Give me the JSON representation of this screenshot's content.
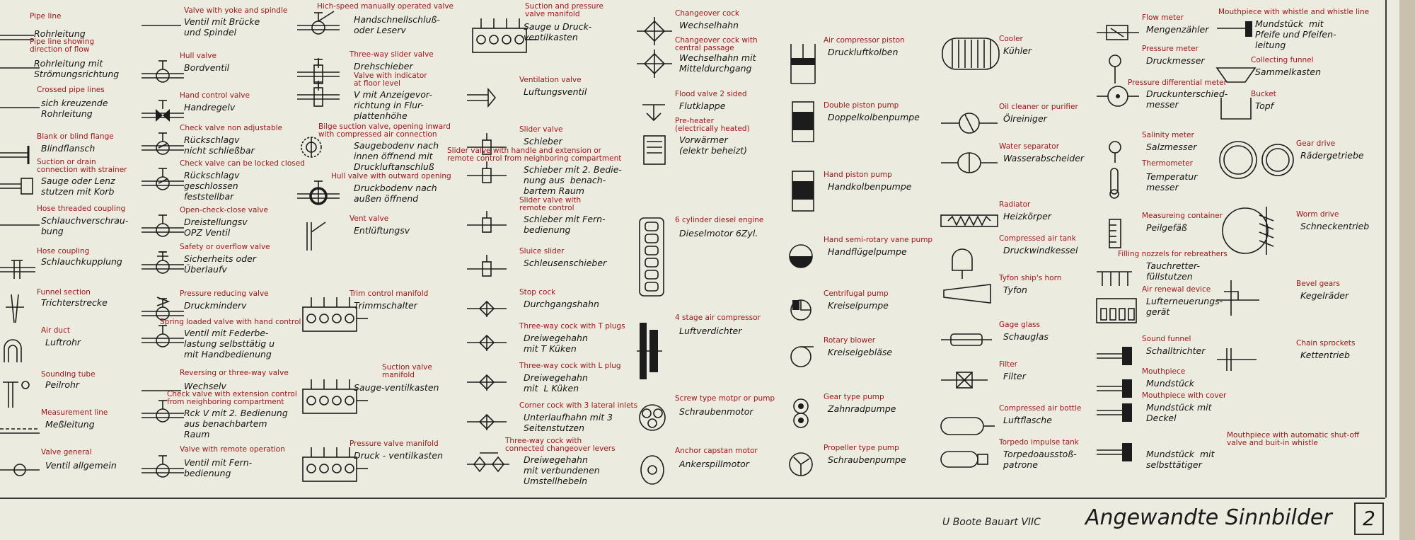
{
  "sheet": {
    "maker": "U Boote Bauart  VIIC",
    "title": "Angewandte Sinnbilder",
    "number": "2"
  },
  "entries": [
    {
      "id": "pipe-line",
      "icon": "pipe-line-icon",
      "en": "Pipe line",
      "de": "Rohrleitung"
    },
    {
      "id": "flow-pipe",
      "icon": "flow-direction-pipe-icon",
      "en": "Pipe line showing\ndirection of flow",
      "de": "Rohrleitung mit\nStrömungsrichtung"
    },
    {
      "id": "crossed-pipe",
      "icon": "crossed-pipes-icon",
      "en": "Crossed pipe lines",
      "de": "sich kreuzende\nRohrleitung"
    },
    {
      "id": "blind-flange",
      "icon": "blind-flange-icon",
      "en": "Blank or blind flange",
      "de": "Blindflansch"
    },
    {
      "id": "suction-strainer",
      "icon": "suction-strainer-icon",
      "en": "Suction or drain\nconnection with strainer",
      "de": "Sauge oder Lenz\nstutzen mit Korb"
    },
    {
      "id": "hose-threaded",
      "icon": "hose-threaded-coupling-icon",
      "en": "Hose threaded coupling",
      "de": "Schlauchverschrau-\nbung"
    },
    {
      "id": "hose-coupling",
      "icon": "hose-coupling-icon",
      "en": "Hose coupling",
      "de": "Schlauchkupplung"
    },
    {
      "id": "funnel-section",
      "icon": "funnel-section-icon",
      "en": "Funnel section",
      "de": "Trichterstrecke"
    },
    {
      "id": "air-duct",
      "icon": "air-duct-icon",
      "en": "Air duct",
      "de": "Luftrohr"
    },
    {
      "id": "sounding-tube",
      "icon": "sounding-tube-icon",
      "en": "Sounding tube",
      "de": "Peilrohr"
    },
    {
      "id": "measurement-line",
      "icon": "measurement-line-icon",
      "en": "Measurement line",
      "de": "Meßleitung"
    },
    {
      "id": "valve-general",
      "icon": "valve-general-icon",
      "en": "Valve general",
      "de": "Ventil allgemein"
    },
    {
      "id": "valve-yoke",
      "icon": "valve-yoke-spindle-icon",
      "en": "Valve with yoke and spindle",
      "de": "Ventil mit Brücke\nund Spindel"
    },
    {
      "id": "hull-valve",
      "icon": "hull-valve-icon",
      "en": "Hull valve",
      "de": "Bordventil"
    },
    {
      "id": "hand-control-valve",
      "icon": "hand-control-valve-icon",
      "en": "Hand control valve",
      "de": "Handregelv"
    },
    {
      "id": "check-valve-nonadj",
      "icon": "check-valve-icon",
      "en": "Check valve non adjustable",
      "de": "Rückschlagv\nnicht schließbar"
    },
    {
      "id": "check-valve-lock",
      "icon": "check-valve-lockable-icon",
      "en": "Check valve can be locked closed",
      "de": "Rückschlagv\ngeschlossen\nfeststellbar"
    },
    {
      "id": "open-check-close",
      "icon": "three-position-valve-icon",
      "en": "Open-check-close valve",
      "de": "Dreistellungsv\nOPZ Ventil"
    },
    {
      "id": "safety-valve",
      "icon": "safety-valve-icon",
      "en": "Safety or overflow valve",
      "de": "Sicherheits oder\nÜberlaufv"
    },
    {
      "id": "pressure-reducing",
      "icon": "pressure-reducing-valve-icon",
      "en": "Pressure reducing valve",
      "de": "Druckminderv"
    },
    {
      "id": "spring-loaded",
      "icon": "spring-loaded-valve-icon",
      "en": "Spring loaded valve with hand control",
      "de": "Ventil mit Federbe-\nlastung selbsttätig u\nmit Handbedienung"
    },
    {
      "id": "reversing-valve",
      "icon": "reversing-valve-icon",
      "en": "Reversing or three-way valve",
      "de": "Wechselv"
    },
    {
      "id": "check-ext",
      "icon": "check-valve-extension-icon",
      "en": "Check valve with extension control\nfrom neighboring compartment",
      "de": "Rck V mit 2. Bedienung\naus benachbartem\nRaum"
    },
    {
      "id": "valve-remote",
      "icon": "remote-valve-icon",
      "en": "Valve with remote operation",
      "de": "Ventil mit Fern-\nbedienung"
    },
    {
      "id": "high-speed-valve",
      "icon": "quick-closing-valve-icon",
      "en": "Hich-speed manually operated valve",
      "de": "Handschnellschluß-\noder Leserv"
    },
    {
      "id": "three-way-slider",
      "icon": "three-way-slider-valve-icon",
      "en": "Three-way slider valve",
      "de": "Drehschieber"
    },
    {
      "id": "valve-indicator",
      "icon": "floor-indicator-valve-icon",
      "en": "Valve with indicator\nat floor level",
      "de": "V mit Anzeigevor-\nrichtung in Flur-\nplattenhöhe"
    },
    {
      "id": "bilge-suction",
      "icon": "bilge-suction-valve-icon",
      "en": "Bilge suction valve, opening inward\nwith compressed air connection",
      "de": "Saugebodenv nach\ninnen öffnend mit\nDruckluftanschluß"
    },
    {
      "id": "hull-outward",
      "icon": "hull-valve-outward-icon",
      "en": "Hull valve with outward opening",
      "de": "Druckbodenv nach\naußen öffnend"
    },
    {
      "id": "vent-valve",
      "icon": "vent-valve-icon",
      "en": "Vent valve",
      "de": "Entlüftungsv"
    },
    {
      "id": "trim-manifold",
      "icon": "trim-manifold-icon",
      "en": "Trim control manifold",
      "de": "Trimmschalter"
    },
    {
      "id": "suction-manifold",
      "icon": "suction-manifold-icon",
      "en": "Suction valve\nmanifold",
      "de": "Sauge-ventilkasten"
    },
    {
      "id": "pressure-manifold",
      "icon": "pressure-manifold-icon",
      "en": "Pressure valve manifold",
      "de": "Druck - ventilkasten"
    },
    {
      "id": "suction-pressure-manifold",
      "icon": "suction-pressure-manifold-icon",
      "en": "Suction and pressure\nvalve manifold",
      "de": "Sauge u Druck-\nventilkasten"
    },
    {
      "id": "ventilation-valve",
      "icon": "ventilation-valve-icon",
      "en": "Ventilation valve",
      "de": "Luftungsventil"
    },
    {
      "id": "slider-valve",
      "icon": "slider-valve-icon",
      "en": "Slider valve",
      "de": "Schieber"
    },
    {
      "id": "slider-handle",
      "icon": "slider-valve-handle-icon",
      "en": "Slider valve with handle and extension or\nremote control from neighboring compartment",
      "de": "Schieber mit 2. Bedie-\nnung aus  benach-\nbartem Raum"
    },
    {
      "id": "slider-remote",
      "icon": "slider-valve-remote-icon",
      "en": "Slider valve with\nremote control",
      "de": "Schieber mit Fern-\nbedienung"
    },
    {
      "id": "sluice-slider",
      "icon": "sluice-slider-icon",
      "en": "Sluice slider",
      "de": "Schleusenschieber"
    },
    {
      "id": "stop-cock",
      "icon": "stop-cock-icon",
      "en": "Stop cock",
      "de": "Durchgangshahn"
    },
    {
      "id": "three-way-t",
      "icon": "three-way-cock-t-icon",
      "en": "Three-way cock with T plugs",
      "de": "Dreiwegehahn\nmit T Küken"
    },
    {
      "id": "three-way-l",
      "icon": "three-way-cock-l-icon",
      "en": "Three-way cock with L plug",
      "de": "Dreiwegehahn\nmit  L Küken"
    },
    {
      "id": "corner-cock",
      "icon": "corner-cock-icon",
      "en": "Corner cock with 3 lateral inlets",
      "de": "Unterlaufhahn mit 3\nSeitenstutzen"
    },
    {
      "id": "three-way-levers",
      "icon": "linked-three-way-cocks-icon",
      "en": "Three-way cock with\nconnected changeover levers",
      "de": "Dreiwegehahn\nmit verbundenen\nUmstellhebeln"
    },
    {
      "id": "changeover-cock",
      "icon": "changeover-cock-icon",
      "en": "Changeover cock",
      "de": "Wechselhahn"
    },
    {
      "id": "changeover-central",
      "icon": "changeover-cock-central-icon",
      "en": "Changeover cock with\ncentral passage",
      "de": "Wechselhahn mit\nMitteldurchgang"
    },
    {
      "id": "flood-valve",
      "icon": "flood-valve-icon",
      "en": "Flood valve 2 sided",
      "de": "Flutklappe"
    },
    {
      "id": "pre-heater",
      "icon": "pre-heater-icon",
      "en": "Pre-heater\n(electrically heated)",
      "de": "Vorwärmer\n(elektr beheizt)"
    },
    {
      "id": "diesel-engine",
      "icon": "diesel-engine-icon",
      "en": "6 cylinder diesel engine",
      "de": "Dieselmotor 6Zyl."
    },
    {
      "id": "air-compressor-4",
      "icon": "air-compressor-4stage-icon",
      "en": "4 stage air compressor",
      "de": "Luftverdichter"
    },
    {
      "id": "screw-motor",
      "icon": "screw-motor-icon",
      "en": "Screw type motpr or pump",
      "de": "Schraubenmotor"
    },
    {
      "id": "anchor-capstan",
      "icon": "anchor-capstan-icon",
      "en": "Anchor capstan motor",
      "de": "Ankerspillmotor"
    },
    {
      "id": "air-piston",
      "icon": "air-compressor-piston-icon",
      "en": "Air compressor piston",
      "de": "Druckluftkolben"
    },
    {
      "id": "double-piston",
      "icon": "double-piston-pump-icon",
      "en": "Double piston pump",
      "de": "Doppelkolbenpumpe"
    },
    {
      "id": "hand-piston",
      "icon": "hand-piston-pump-icon",
      "en": "Hand piston pump",
      "de": "Handkolbenpumpe"
    },
    {
      "id": "vane-pump",
      "icon": "vane-pump-icon",
      "en": "Hand semi-rotary vane pump",
      "de": "Handflügelpumpe"
    },
    {
      "id": "centrifugal-pump",
      "icon": "centrifugal-pump-icon",
      "en": "Centrifugal pump",
      "de": "Kreiselpumpe"
    },
    {
      "id": "rotary-blower",
      "icon": "rotary-blower-icon",
      "en": "Rotary blower",
      "de": "Kreiselgebläse"
    },
    {
      "id": "gear-pump",
      "icon": "gear-pump-icon",
      "en": "Gear type pump",
      "de": "Zahnradpumpe"
    },
    {
      "id": "propeller-pump",
      "icon": "propeller-pump-icon",
      "en": "Propeller type pump",
      "de": "Schraubenpumpe"
    },
    {
      "id": "cooler",
      "icon": "cooler-icon",
      "en": "Cooler",
      "de": "Kühler"
    },
    {
      "id": "oil-cleaner",
      "icon": "oil-purifier-icon",
      "en": "Oil cleaner or purifier",
      "de": "Ölreiniger"
    },
    {
      "id": "water-separator",
      "icon": "water-separator-icon",
      "en": "Water separator",
      "de": "Wasserabscheider"
    },
    {
      "id": "radiator",
      "icon": "radiator-icon",
      "en": "Radiator",
      "de": "Heizkörper"
    },
    {
      "id": "air-tank",
      "icon": "compressed-air-tank-icon",
      "en": "Compressed air tank",
      "de": "Druckwindkessel"
    },
    {
      "id": "tyfon",
      "icon": "tyfon-horn-icon",
      "en": "Tyfon ship's horn",
      "de": "Tyfon"
    },
    {
      "id": "gage-glass",
      "icon": "gage-glass-icon",
      "en": "Gage glass",
      "de": "Schauglas"
    },
    {
      "id": "filter",
      "icon": "filter-icon",
      "en": "Filter",
      "de": "Filter"
    },
    {
      "id": "air-bottle",
      "icon": "air-bottle-icon",
      "en": "Compressed air bottle",
      "de": "Luftflasche"
    },
    {
      "id": "torpedo-tank",
      "icon": "torpedo-tank-icon",
      "en": "Torpedo impulse tank",
      "de": "Torpedoausstoß-\npatrone"
    },
    {
      "id": "flow-meter",
      "icon": "flow-meter-icon",
      "en": "Flow meter",
      "de": "Mengenzähler"
    },
    {
      "id": "pressure-meter",
      "icon": "pressure-meter-icon",
      "en": "Pressure meter",
      "de": "Druckmesser"
    },
    {
      "id": "pressure-diff",
      "icon": "pressure-differential-meter-icon",
      "en": "Pressure differential meter",
      "de": "Druckunterschied-\nmesser"
    },
    {
      "id": "salinity-meter",
      "icon": "salinity-meter-icon",
      "en": "Salinity meter",
      "de": "Salzmesser"
    },
    {
      "id": "thermometer",
      "icon": "thermometer-icon",
      "en": "Thermometer",
      "de": "Temperatur\nmesser"
    },
    {
      "id": "measuring-container",
      "icon": "measuring-container-icon",
      "en": "Measureing container",
      "de": "Peilgefäß"
    },
    {
      "id": "rebreather-nozzles",
      "icon": "rebreather-nozzles-icon",
      "en": "Filling nozzels for rebreathers",
      "de": "Tauchretter-\nfüllstutzen"
    },
    {
      "id": "air-renewal",
      "icon": "air-renewal-device-icon",
      "en": "Air renewal device",
      "de": "Lufterneuerungs-\ngerät"
    },
    {
      "id": "sound-funnel",
      "icon": "sound-funnel-icon",
      "en": "Sound funnel",
      "de": "Schalltrichter"
    },
    {
      "id": "mouthpiece",
      "icon": "mouthpiece-icon",
      "en": "Mouthpiece",
      "de": "Mundstück"
    },
    {
      "id": "mouthpiece-cover",
      "icon": "mouthpiece-cover-icon",
      "en": "Mouthpiece with cover",
      "de": "Mundstück mit\nDeckel"
    },
    {
      "id": "mouthpiece-auto",
      "icon": "mouthpiece-auto-shutoff-icon",
      "en": "Mouthpiece with automatic shut-off\nvalve and buit-in whistle",
      "de": "Mundstück  mit\nselbsttätiger"
    },
    {
      "id": "mouthpiece-whistle",
      "icon": "mouthpiece-whistle-icon",
      "en": "Mouthpiece with whistle and whistle line",
      "de": "Mundstück  mit\nPfeife und Pfeifen-\nleitung"
    },
    {
      "id": "collecting-funnel",
      "icon": "collecting-funnel-icon",
      "en": "Collecting funnel",
      "de": "Sammelkasten"
    },
    {
      "id": "bucket",
      "icon": "bucket-icon",
      "en": "Bucket",
      "de": "Topf"
    },
    {
      "id": "gear-drive",
      "icon": "gear-drive-icon",
      "en": "Gear drive",
      "de": "Rädergetriebe"
    },
    {
      "id": "worm-drive",
      "icon": "worm-drive-icon",
      "en": "Worm drive",
      "de": "Schneckentrieb"
    },
    {
      "id": "bevel-gears",
      "icon": "bevel-gears-icon",
      "en": "Bevel gears",
      "de": "Kegelräder"
    },
    {
      "id": "chain-sprockets",
      "icon": "chain-sprockets-icon",
      "en": "Chain sprockets",
      "de": "Kettentrieb"
    }
  ]
}
